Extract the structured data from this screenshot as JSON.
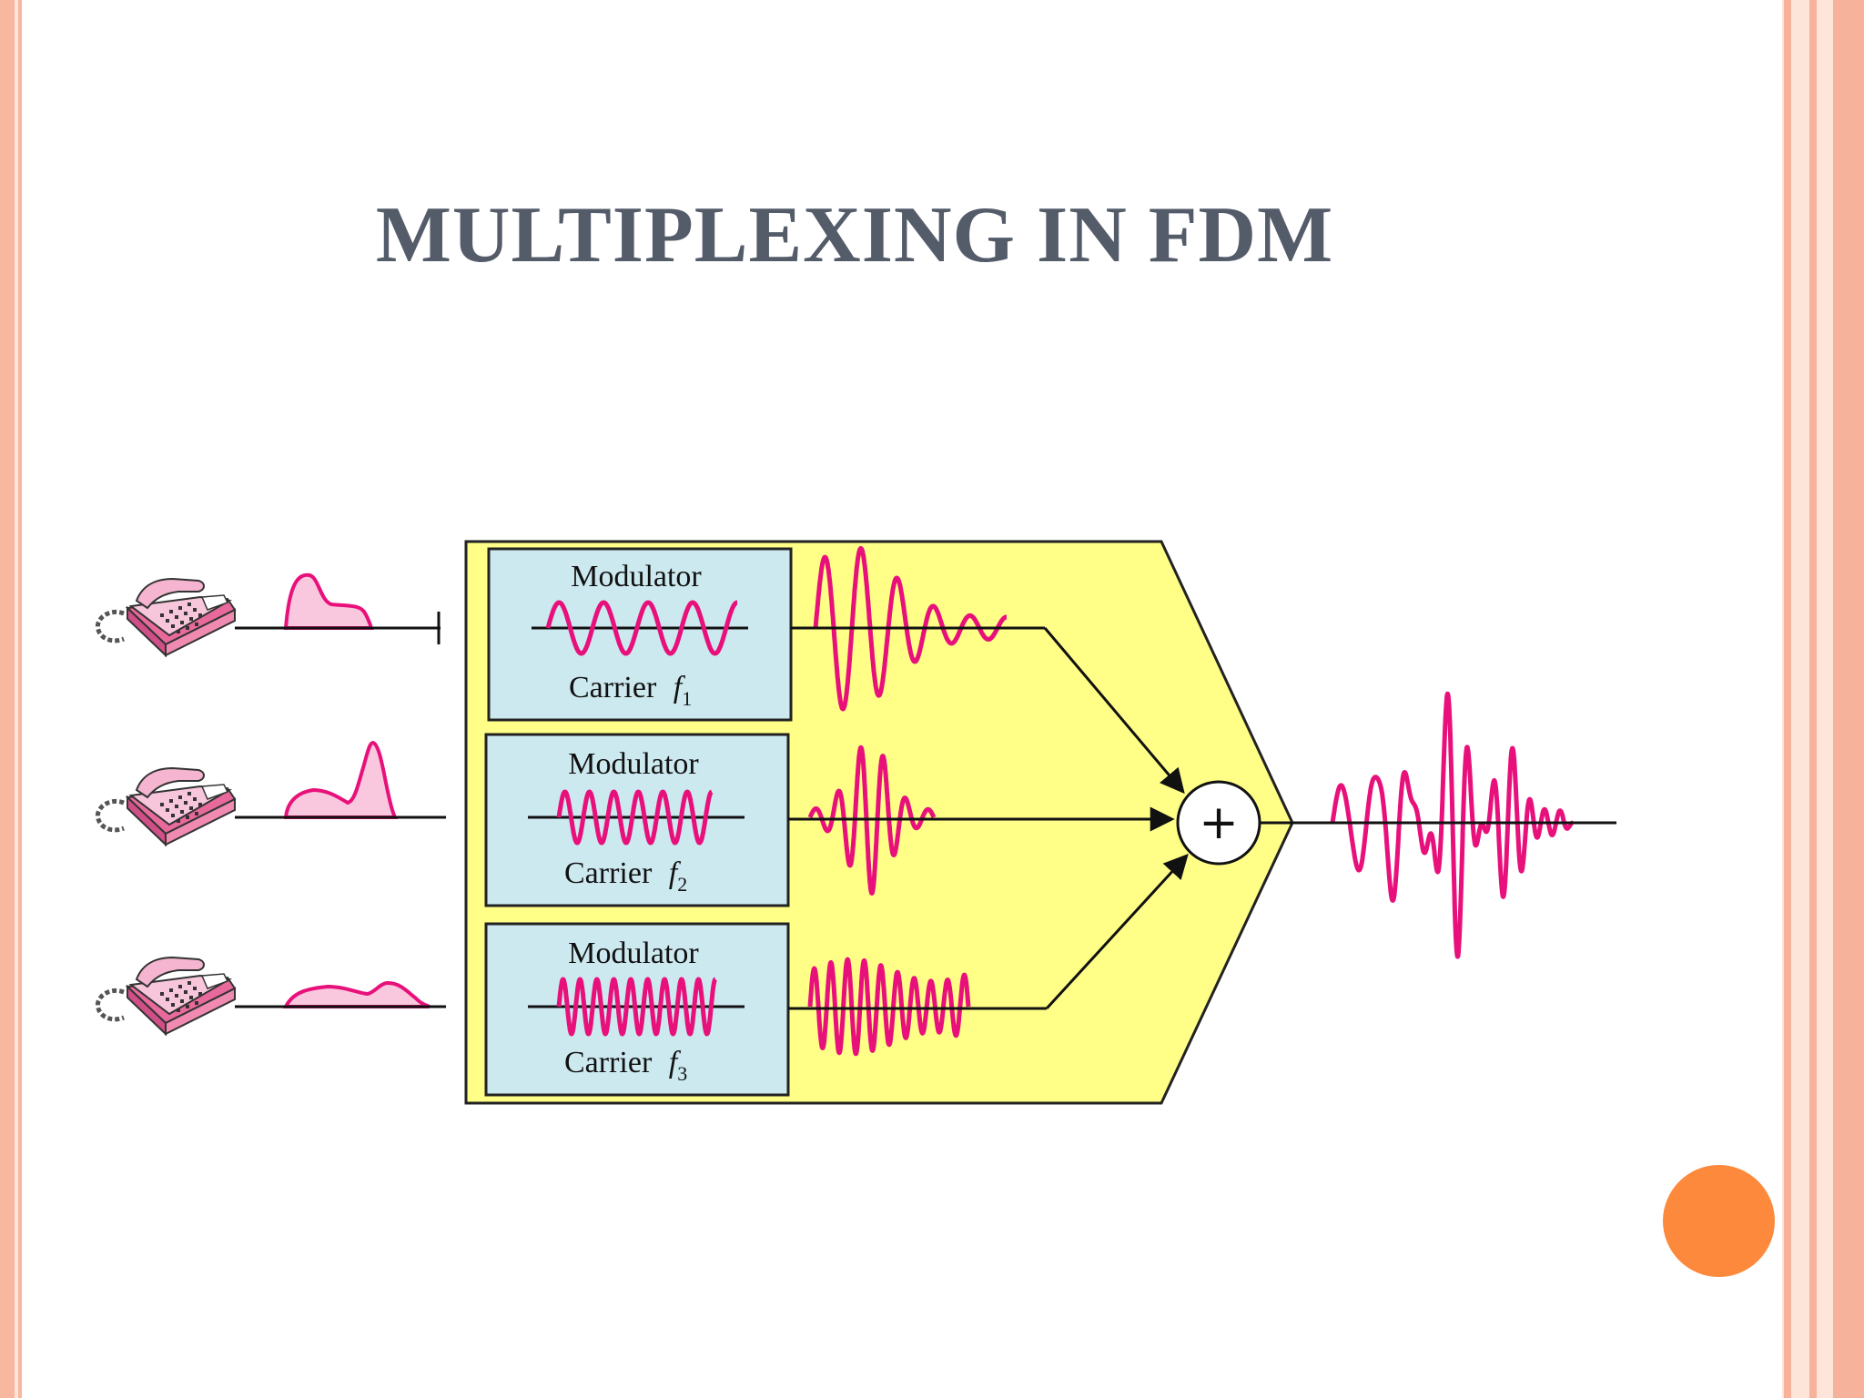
{
  "slide": {
    "title": "MULTIPLEXING IN FDM",
    "colors": {
      "title": "#545c6a",
      "accent_bar": "#f8b79f",
      "orange_dot": "#fd8a3c",
      "mux_body": "#ffff88",
      "modulator_box": "#cde9f0",
      "signal": "#e8107a",
      "signal_fill": "#f9c8df"
    }
  },
  "diagram": {
    "modulators": [
      {
        "label": "Modulator",
        "carrier_label": "Carrier",
        "freq_symbol": "f",
        "freq_index": "1"
      },
      {
        "label": "Modulator",
        "carrier_label": "Carrier",
        "freq_symbol": "f",
        "freq_index": "2"
      },
      {
        "label": "Modulator",
        "carrier_label": "Carrier",
        "freq_symbol": "f",
        "freq_index": "3"
      }
    ],
    "adder_symbol": "+",
    "icons": [
      "telephone-icon",
      "telephone-icon",
      "telephone-icon"
    ]
  }
}
